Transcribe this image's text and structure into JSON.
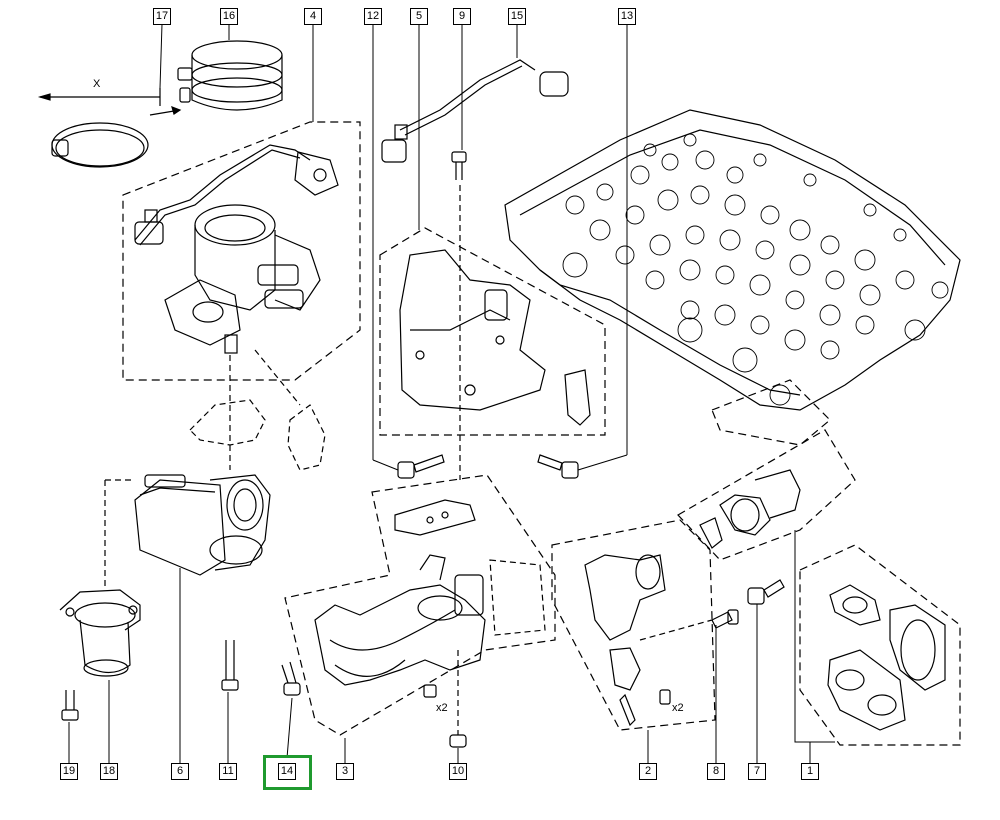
{
  "diagram": {
    "callouts": [
      {
        "id": "c17",
        "text": "17"
      },
      {
        "id": "c16",
        "text": "16"
      },
      {
        "id": "c4",
        "text": "4"
      },
      {
        "id": "c12",
        "text": "12"
      },
      {
        "id": "c5",
        "text": "5"
      },
      {
        "id": "c9",
        "text": "9"
      },
      {
        "id": "c15",
        "text": "15"
      },
      {
        "id": "c13",
        "text": "13"
      },
      {
        "id": "c19",
        "text": "19"
      },
      {
        "id": "c18",
        "text": "18"
      },
      {
        "id": "c6",
        "text": "6"
      },
      {
        "id": "c11",
        "text": "11"
      },
      {
        "id": "c14",
        "text": "14"
      },
      {
        "id": "c3",
        "text": "3"
      },
      {
        "id": "c10",
        "text": "10"
      },
      {
        "id": "c2",
        "text": "2"
      },
      {
        "id": "c8",
        "text": "8"
      },
      {
        "id": "c7",
        "text": "7"
      },
      {
        "id": "c1",
        "text": "1"
      }
    ],
    "dimension_label": "X",
    "quantity_labels": [
      "x2",
      "x2"
    ],
    "highlight_color": "#1f9a2e",
    "selected_callout": "14"
  }
}
